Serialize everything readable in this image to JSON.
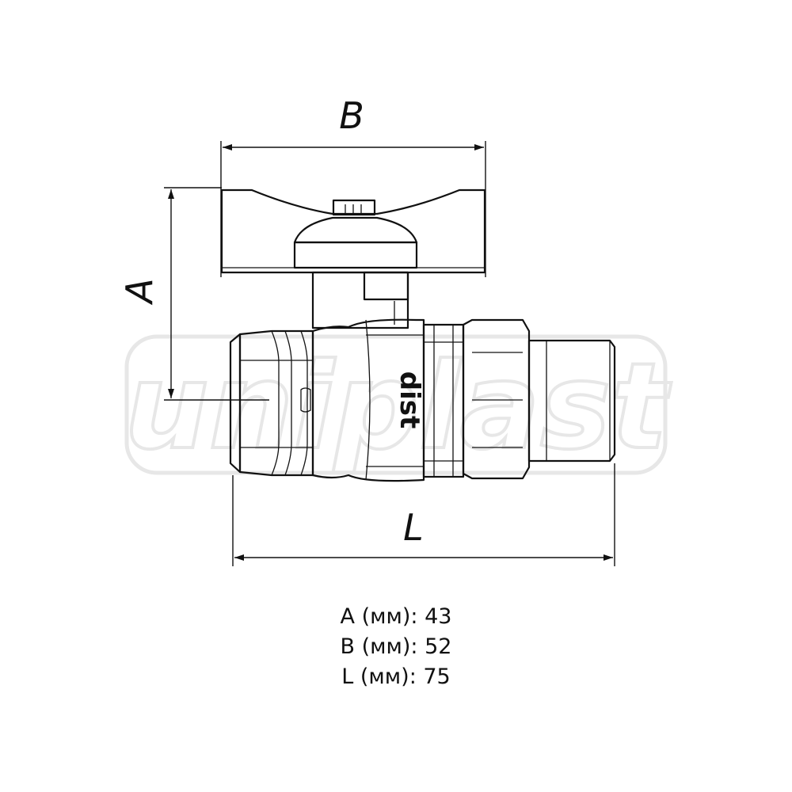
{
  "dimensions": {
    "a_label": "A",
    "b_label": "B",
    "l_label": "L"
  },
  "body_marking": "dist",
  "watermark": "uniplast",
  "specs": [
    "A (мм): 43",
    "B (мм): 52",
    "L (мм): 75"
  ]
}
